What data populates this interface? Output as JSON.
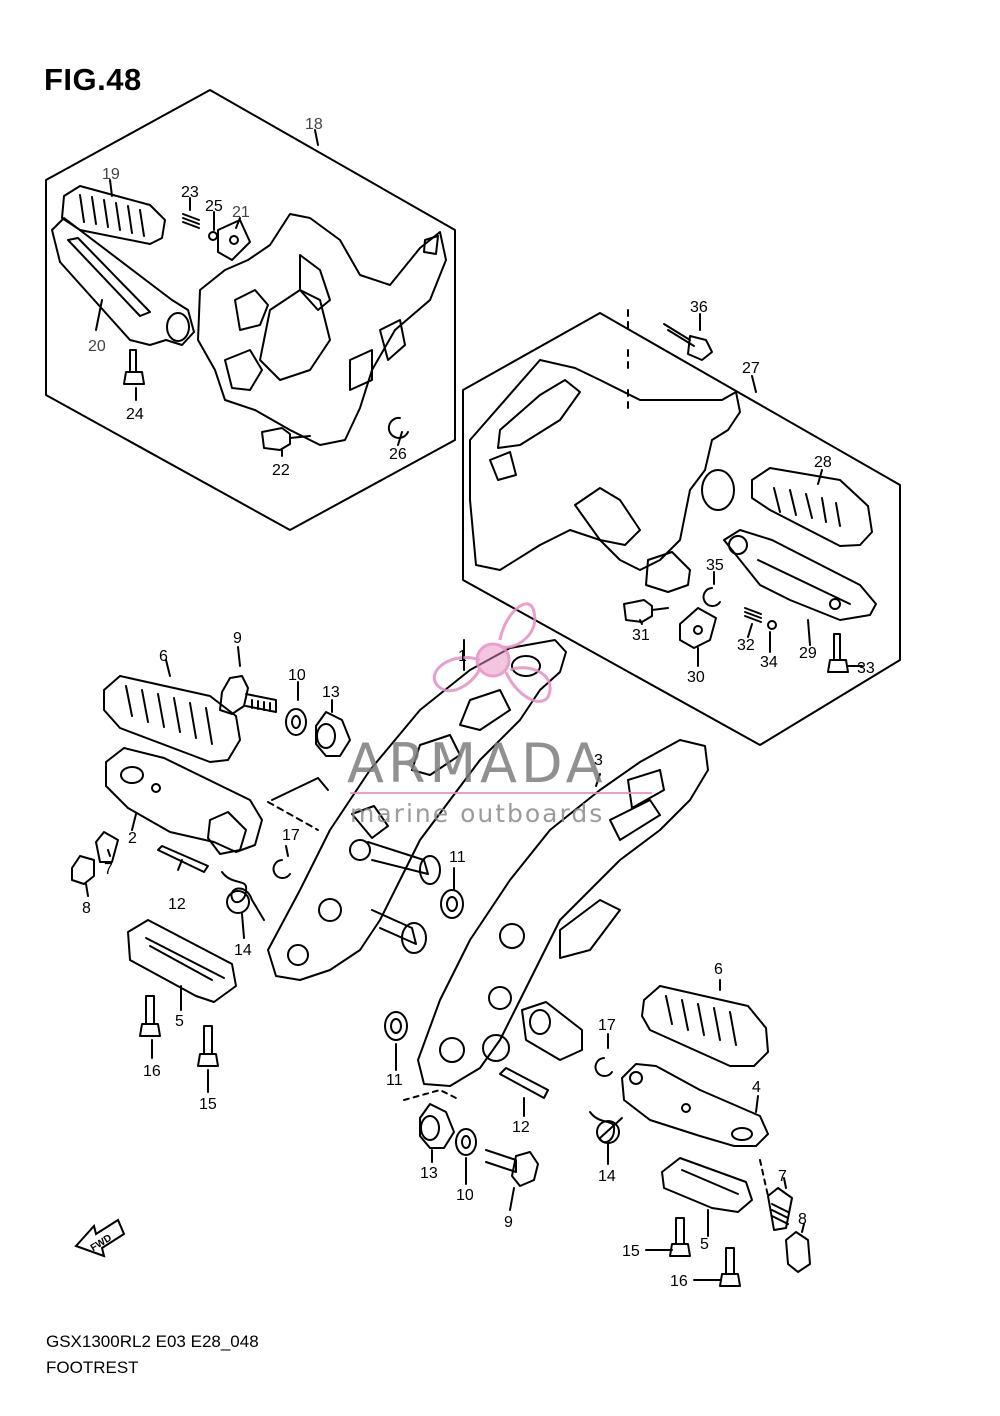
{
  "figure": {
    "title": "FIG.48",
    "model_code": "GSX1300RL2 E03 E28_048",
    "name": "FOOTREST"
  },
  "watermark": {
    "brand": "ARMADA",
    "tagline": "marine outboards",
    "logo_icon": "propeller-icon",
    "logo_color": "#e58fc0"
  },
  "direction_marker": {
    "label": "FWD",
    "icon": "forward-arrow-icon"
  },
  "callouts": {
    "c18": "18",
    "c19": "19",
    "c20": "20",
    "c21": "21",
    "c22": "22",
    "c23": "23",
    "c24": "24",
    "c25": "25",
    "c26": "26",
    "c27": "27",
    "c28": "28",
    "c29": "29",
    "c30": "30",
    "c31": "31",
    "c32": "32",
    "c33": "33",
    "c34": "34",
    "c35": "35",
    "c36": "36",
    "c1": "1",
    "c2": "2",
    "c3": "3",
    "c4": "4",
    "c5a": "5",
    "c5b": "5",
    "c6a": "6",
    "c6b": "6",
    "c7a": "7",
    "c7b": "7",
    "c8a": "8",
    "c8b": "8",
    "c9a": "9",
    "c9b": "9",
    "c10a": "10",
    "c10b": "10",
    "c11a": "11",
    "c11b": "11",
    "c12a": "12",
    "c12b": "12",
    "c13a": "13",
    "c13b": "13",
    "c14a": "14",
    "c14b": "14",
    "c15a": "15",
    "c15b": "15",
    "c16a": "16",
    "c16b": "16",
    "c17a": "17",
    "c17b": "17"
  }
}
